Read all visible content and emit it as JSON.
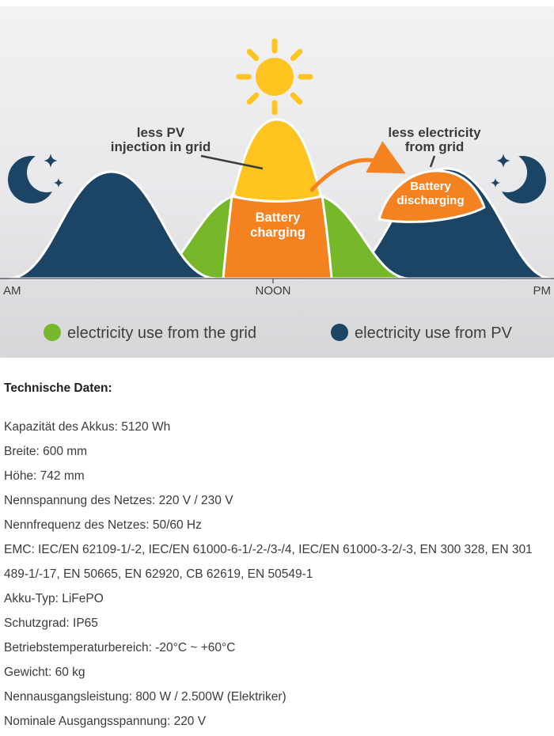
{
  "infographic": {
    "annotations": {
      "less_pv_line1": "less PV",
      "less_pv_line2": "injection in grid",
      "less_grid_line1": "less electricity",
      "less_grid_line2": "from grid"
    },
    "regions": {
      "battery_charging_line1": "Battery",
      "battery_charging_line2": "charging",
      "battery_discharging_line1": "Battery",
      "battery_discharging_line2": "discharging"
    },
    "axis": {
      "am": "AM",
      "noon": "NOON",
      "pm": "PM"
    },
    "legend": {
      "grid": {
        "label": "electricity use from the grid",
        "color": "#76b82a"
      },
      "pv": {
        "label": "electricity use from PV",
        "color": "#1c4465"
      }
    },
    "colors": {
      "pv_curve_navy": "#1c4465",
      "grid_use_green": "#76b82a",
      "pv_production_yellow": "#ffc41f",
      "battery_orange": "#f58220",
      "background_top": "#f2f2f4",
      "background_bottom": "#d6d6d9"
    }
  },
  "specs": {
    "title": "Technische Daten:",
    "items": [
      "Kapazität des Akkus: 5120 Wh",
      "Breite: 600 mm",
      "Höhe: 742 mm",
      "Nennspannung des Netzes: 220 V / 230 V",
      "Nennfrequenz des Netzes: 50/60 Hz",
      "EMC: IEC/EN 62109-1/-2, IEC/EN 61000-6-1/-2-/3-/4, IEC/EN 61000-3-2/-3, EN 300 328, EN 301 489-1/-17, EN 50665, EN 62920, CB 62619, EN 50549-1",
      "Akku-Typ: LiFePO",
      "Schutzgrad: IP65",
      "Betriebstemperaturbereich: -20°C ~ +60°C",
      "Gewicht: 60 kg",
      "Nennausgangsleistung: 800 W / 2.500W (Elektriker)",
      "Nominale Ausgangsspannung: 220 V"
    ]
  }
}
